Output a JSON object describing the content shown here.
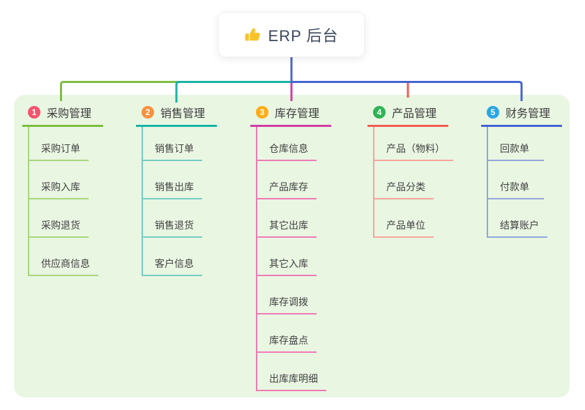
{
  "root": {
    "title": "ERP 后台",
    "icon": "thumbs-up-icon",
    "icon_color": "#f9c32c",
    "line_color": "#4f63cb"
  },
  "container": {
    "background": "#e9f6e2"
  },
  "branches": [
    {
      "badge": "1",
      "title": "采购管理",
      "badge_color": "#f4546d",
      "line_color": "#7cbe3f",
      "child_line_color": "#a8d57c",
      "children": [
        "采购订单",
        "采购入库",
        "采购退货",
        "供应商信息"
      ]
    },
    {
      "badge": "2",
      "title": "销售管理",
      "badge_color": "#f8923f",
      "line_color": "#17b3a6",
      "child_line_color": "#74ccc4",
      "children": [
        "销售订单",
        "销售出库",
        "销售退货",
        "客户信息"
      ]
    },
    {
      "badge": "3",
      "title": "库存管理",
      "badge_color": "#fbad18",
      "line_color": "#cf3da4",
      "child_line_color": "#ef7ab5",
      "children": [
        "仓库信息",
        "产品库存",
        "其它出库",
        "其它入库",
        "库存调拨",
        "库存盘点",
        "出库库明细"
      ]
    },
    {
      "badge": "4",
      "title": "产品管理",
      "badge_color": "#2eb454",
      "line_color": "#f25d52",
      "child_line_color": "#f7a39c",
      "children": [
        "产品（物料）",
        "产品分类",
        "产品单位"
      ]
    },
    {
      "badge": "5",
      "title": "财务管理",
      "badge_color": "#2aa6e4",
      "line_color": "#4463d4",
      "child_line_color": "#93a5dc",
      "children": [
        "回款单",
        "付款单",
        "结算账户"
      ]
    }
  ]
}
